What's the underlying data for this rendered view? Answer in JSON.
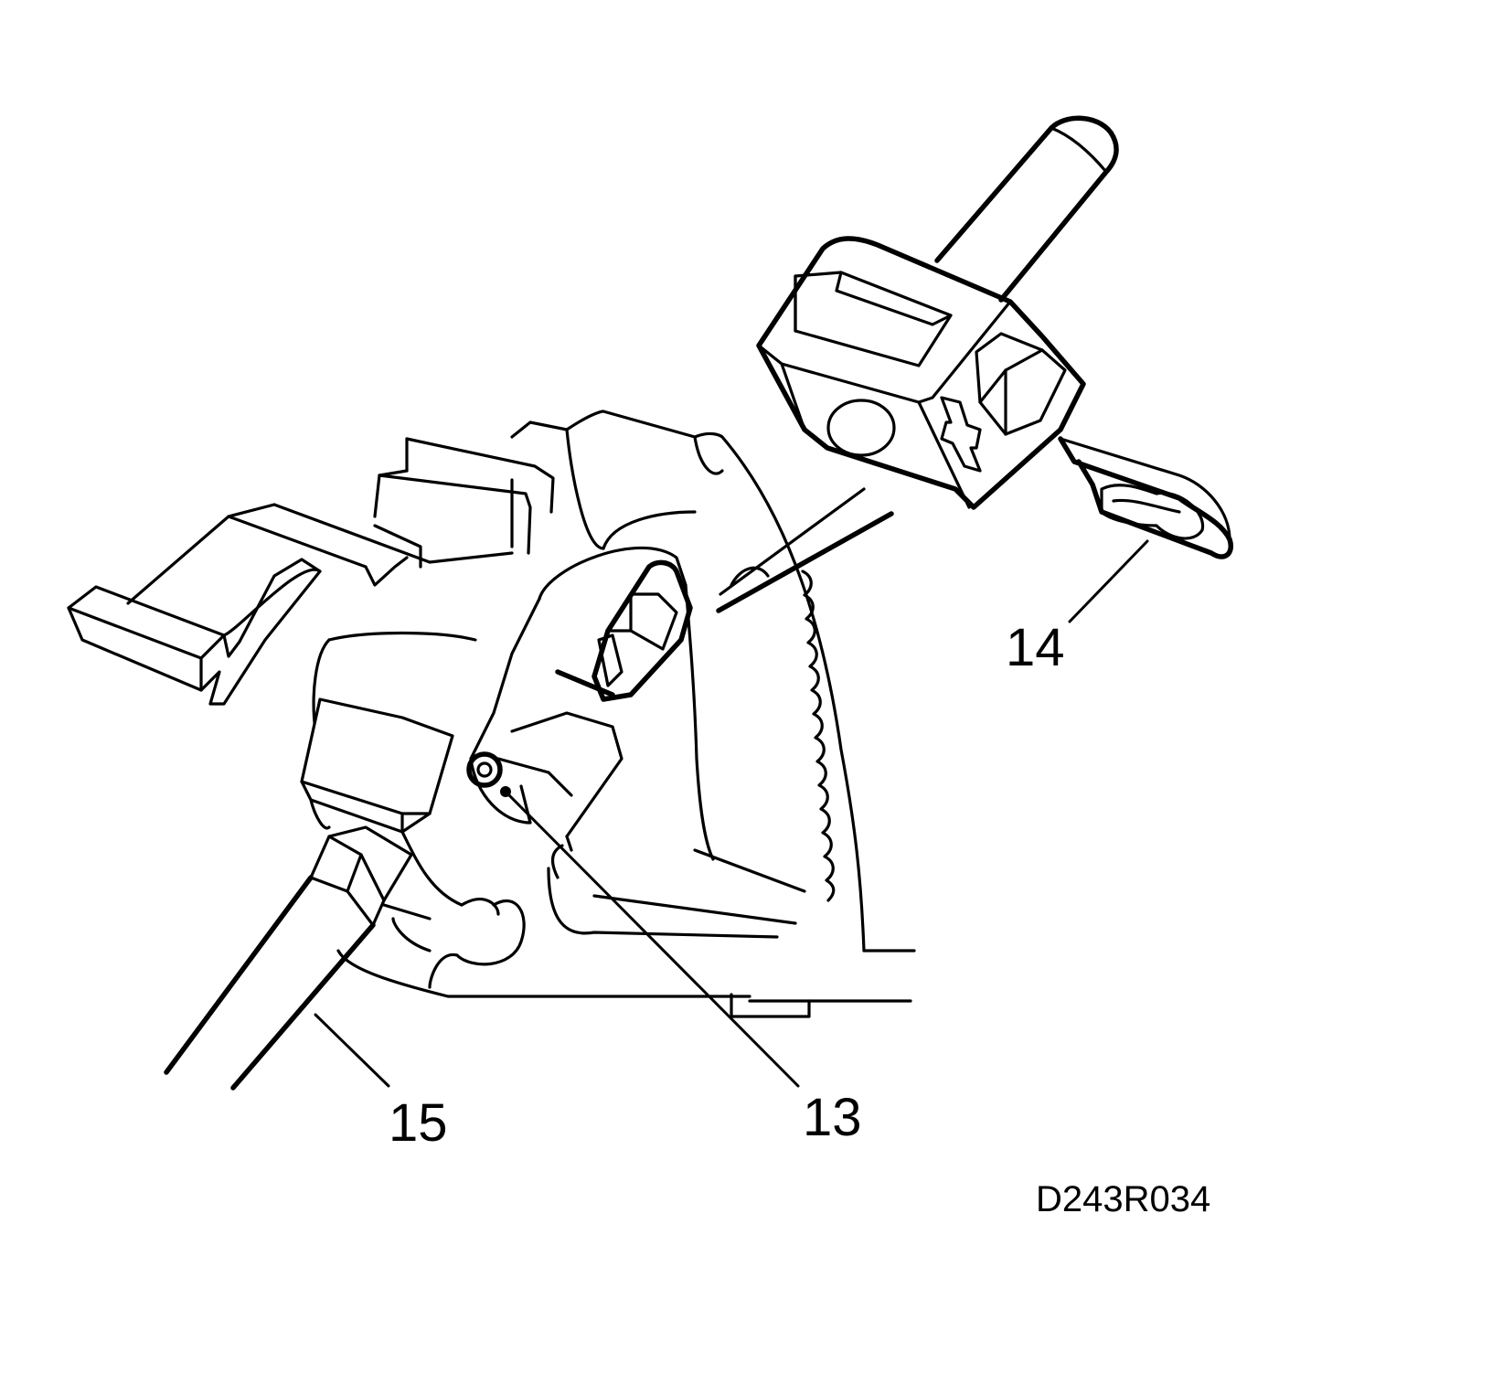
{
  "callouts": {
    "c13": "13",
    "c14": "14",
    "c15": "15"
  },
  "figure_code": "D243R034",
  "colors": {
    "ink": "#000000",
    "paper": "#ffffff"
  }
}
